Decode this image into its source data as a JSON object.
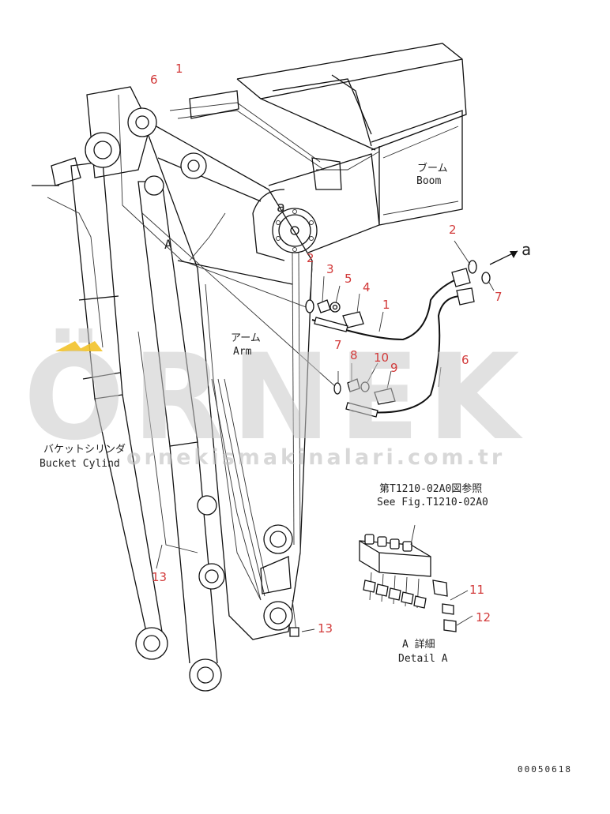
{
  "watermark": {
    "brand": "ÖRNEK",
    "url": "ornekismakinalari.com.tr",
    "accent_color": "#f2c229"
  },
  "labels": {
    "boom_jp": "ブーム",
    "boom_en": "Boom",
    "arm_jp": "アーム",
    "arm_en": "Arm",
    "bucket_jp": "バケットシリンダ",
    "bucket_en": "Bucket Cylind",
    "see_fig_jp": "第T1210-02A0図参照",
    "see_fig_en": "See Fig.T1210-02A0",
    "detail_jp": "A 詳細",
    "detail_en": "Detail A",
    "ref_a1": "a",
    "ref_a2": "a",
    "ref_A": "A",
    "drawing_no": "00050618"
  },
  "callouts": {
    "c1_top": "1",
    "c6_top": "6",
    "c2_right": "2",
    "c7_right": "7",
    "c2": "2",
    "c3": "3",
    "c5": "5",
    "c4": "4",
    "c1_mid": "1",
    "c7": "7",
    "c8": "8",
    "c10": "10",
    "c9": "9",
    "c6_mid": "6",
    "c11": "11",
    "c12": "12",
    "c13_left": "13",
    "c13_right": "13"
  },
  "colors": {
    "callout": "#d23a3a",
    "line": "#111111"
  }
}
